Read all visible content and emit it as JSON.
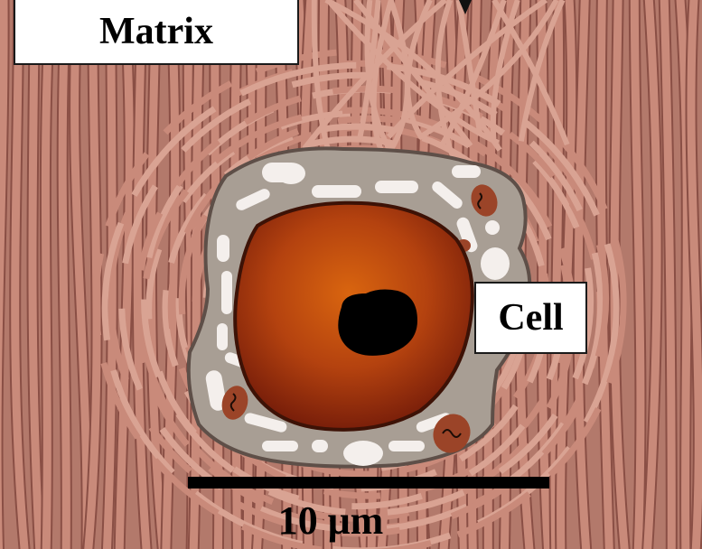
{
  "labels": {
    "matrix": "Matrix",
    "cell": "Cell"
  },
  "scale_bar": {
    "text": "10 μm"
  },
  "colors": {
    "background": "#ffffff",
    "fiber": "#c98a7a",
    "fiber_dark": "#8a4f45",
    "cytoplasm": "#a79e94",
    "nucleus": "#b8440f",
    "nucleolus": "#000000",
    "mitochondria": "#9b4428",
    "vesicles": "#f4efec",
    "scale_bar": "#000000"
  }
}
